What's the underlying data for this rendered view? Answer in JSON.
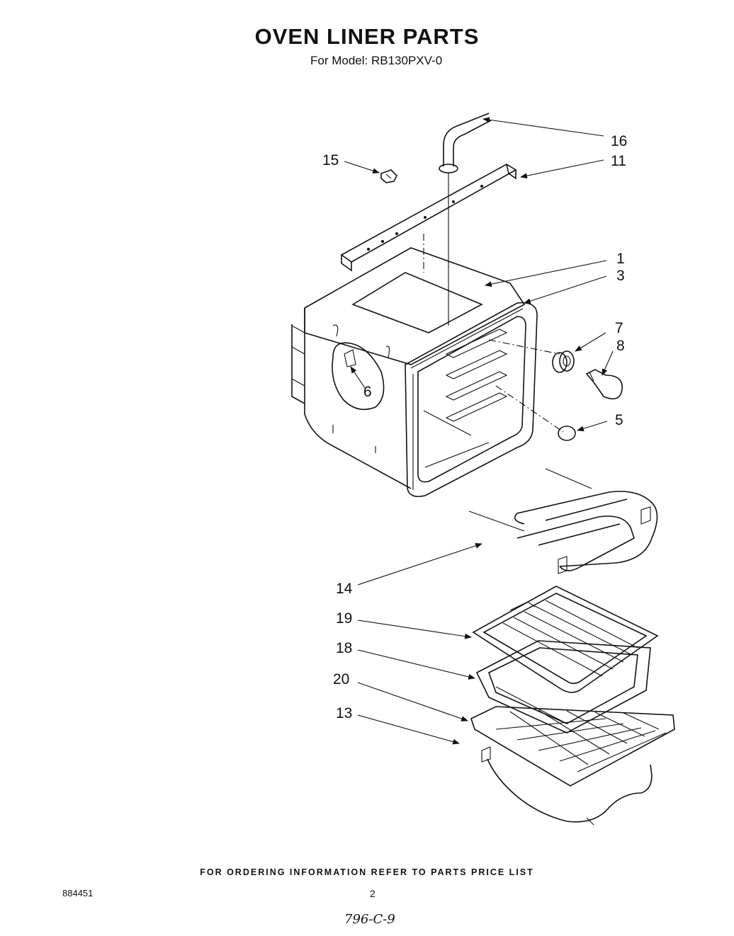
{
  "title": "OVEN LINER PARTS",
  "subtitle": "For Model: RB130PXV-0",
  "footer_note": "FOR ORDERING INFORMATION REFER TO PARTS PRICE LIST",
  "doc_number": "884451",
  "page_number": "2",
  "handwritten_note": "796-C-9",
  "callouts": {
    "c16": "16",
    "c15": "15",
    "c11": "11",
    "c1": "1",
    "c3": "3",
    "c7": "7",
    "c8": "8",
    "c6": "6",
    "c5": "5",
    "c14": "14",
    "c19": "19",
    "c18": "18",
    "c20": "20",
    "c13": "13"
  }
}
